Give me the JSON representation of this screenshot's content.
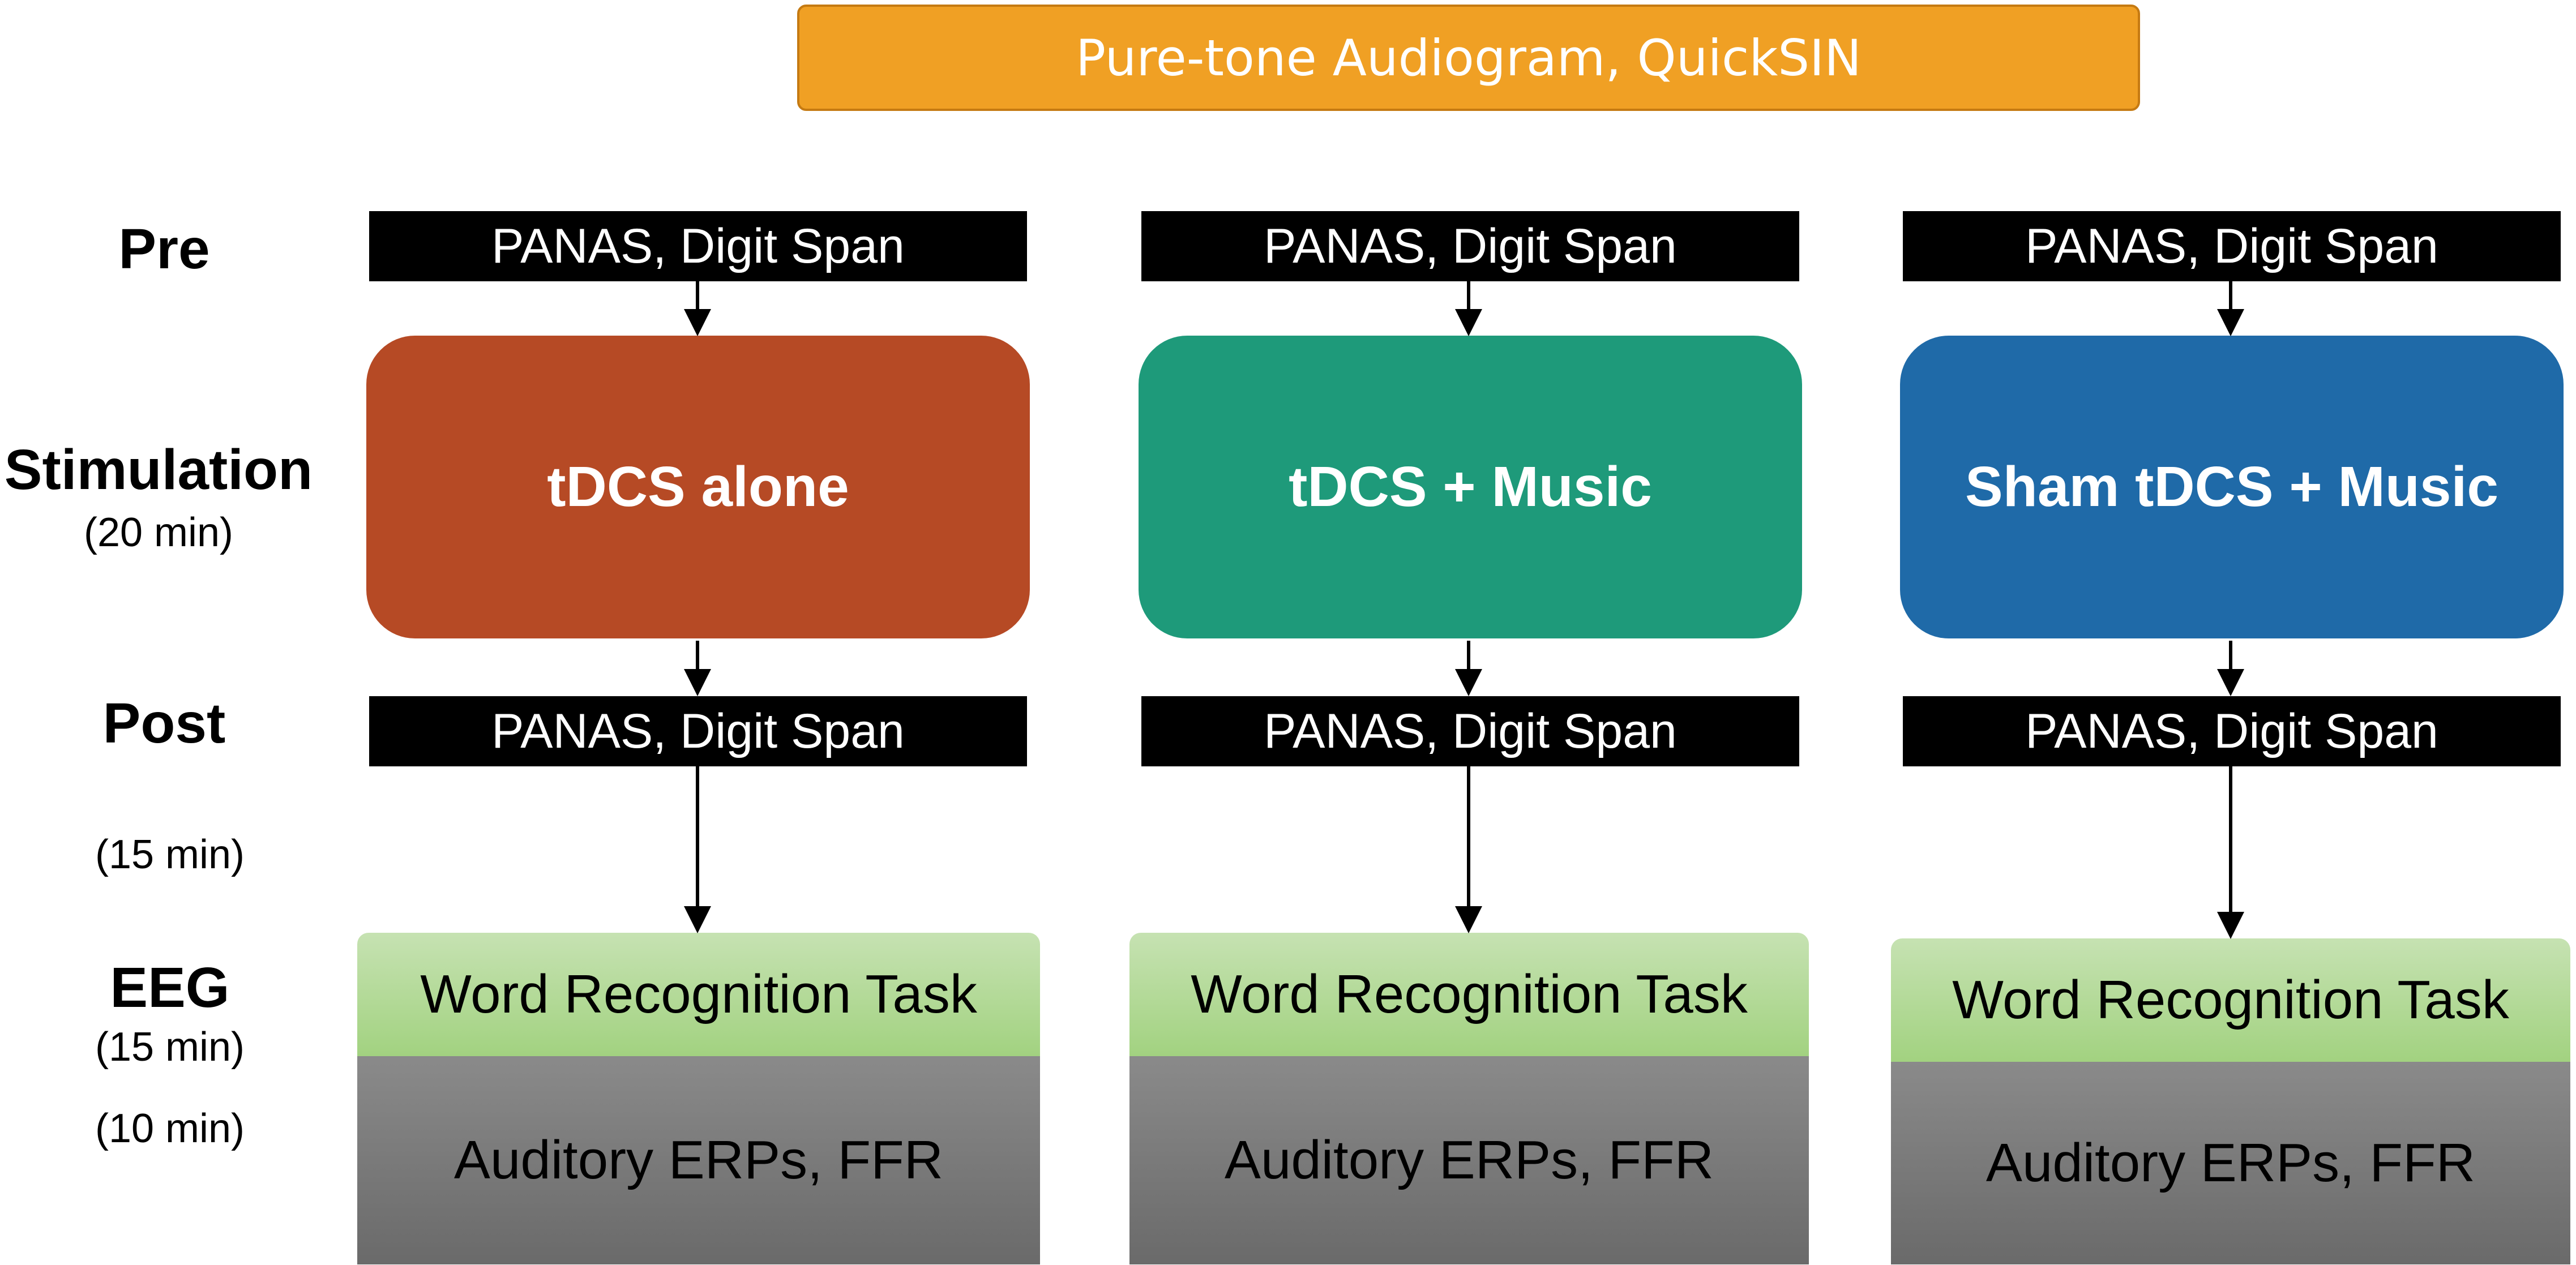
{
  "banner": {
    "label": "Pure-tone Audiogram, QuickSIN",
    "color": "#f0a024"
  },
  "row_labels": {
    "pre": "Pre",
    "stimulation": "Stimulation",
    "stimulation_duration": "(20 min)",
    "post": "Post",
    "post_duration": "(15 min)",
    "eeg": "EEG",
    "eeg_duration_1": "(15 min)",
    "eeg_duration_2": "(10 min)"
  },
  "columns": [
    {
      "pre": "PANAS, Digit Span",
      "condition": "tDCS alone",
      "condition_color": "#b64a25",
      "post": "PANAS, Digit Span",
      "eeg_task": "Word Recognition Task",
      "eeg_measures": "Auditory ERPs, FFR"
    },
    {
      "pre": "PANAS, Digit Span",
      "condition": "tDCS + Music",
      "condition_color": "#1e9a7a",
      "post": "PANAS, Digit Span",
      "eeg_task": "Word Recognition Task",
      "eeg_measures": "Auditory ERPs, FFR"
    },
    {
      "pre": "PANAS, Digit Span",
      "condition": "Sham tDCS + Music",
      "condition_color": "#1f6aa8",
      "post": "PANAS, Digit Span",
      "eeg_task": "Word Recognition Task",
      "eeg_measures": "Auditory ERPs, FFR"
    }
  ],
  "colors": {
    "eeg_task_gradient_top": "#c6e2b2",
    "eeg_task_gradient_bottom": "#a2d280",
    "eeg_measures_gradient_top": "#8a8a8a",
    "eeg_measures_gradient_bottom": "#6a6a6a"
  }
}
